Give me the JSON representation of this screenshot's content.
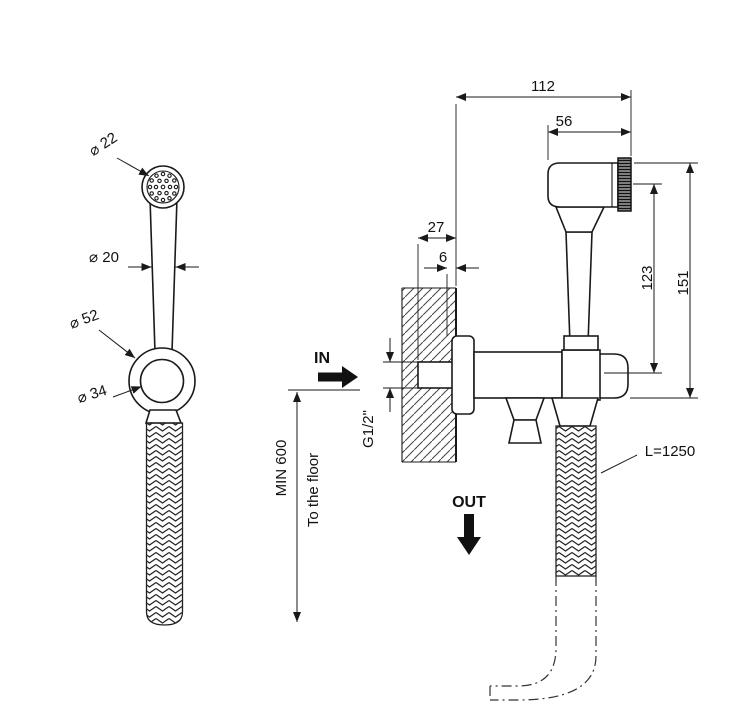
{
  "front_view": {
    "dia22": "⌀ 22",
    "dia20": "⌀ 20",
    "dia52": "⌀ 52",
    "dia34": "⌀ 34"
  },
  "side_view": {
    "width_overall": "112",
    "head_length": "56",
    "wall_offset": "27",
    "gap": "6",
    "height_spray": "123",
    "height_overall": "151",
    "thread": "G1/2\"",
    "min_height": "MIN 600",
    "min_height_ref": "To the floor",
    "inlet": "IN",
    "outlet": "OUT",
    "hose_length": "L=1250"
  },
  "colors": {
    "line": "#1a1a1a",
    "background": "#ffffff",
    "spray_face": "#999999"
  }
}
